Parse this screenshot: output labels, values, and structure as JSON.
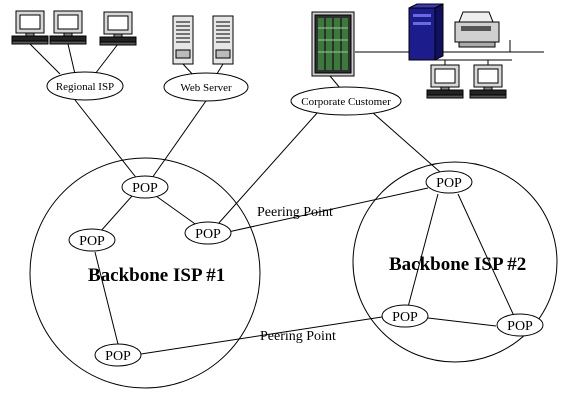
{
  "nodes": {
    "regional_isp": "Regional ISP",
    "web_server": "Web Server",
    "corporate_customer": "Corporate Customer"
  },
  "pop_label": "POP",
  "backbones": {
    "isp1": "Backbone ISP #1",
    "isp2": "Backbone ISP #2"
  },
  "peering": {
    "upper": "Peering Point",
    "lower": "Peering Point"
  },
  "icons": {
    "workstation": "workstation-icon",
    "server_tower": "server-tower-icon",
    "switch_rack": "network-switch-icon",
    "blue_server": "blue-server-icon",
    "printer": "printer-icon"
  },
  "colors": {
    "line": "#000000",
    "switch_green": "#3a7a3a",
    "server_blue": "#1c1c8c"
  }
}
